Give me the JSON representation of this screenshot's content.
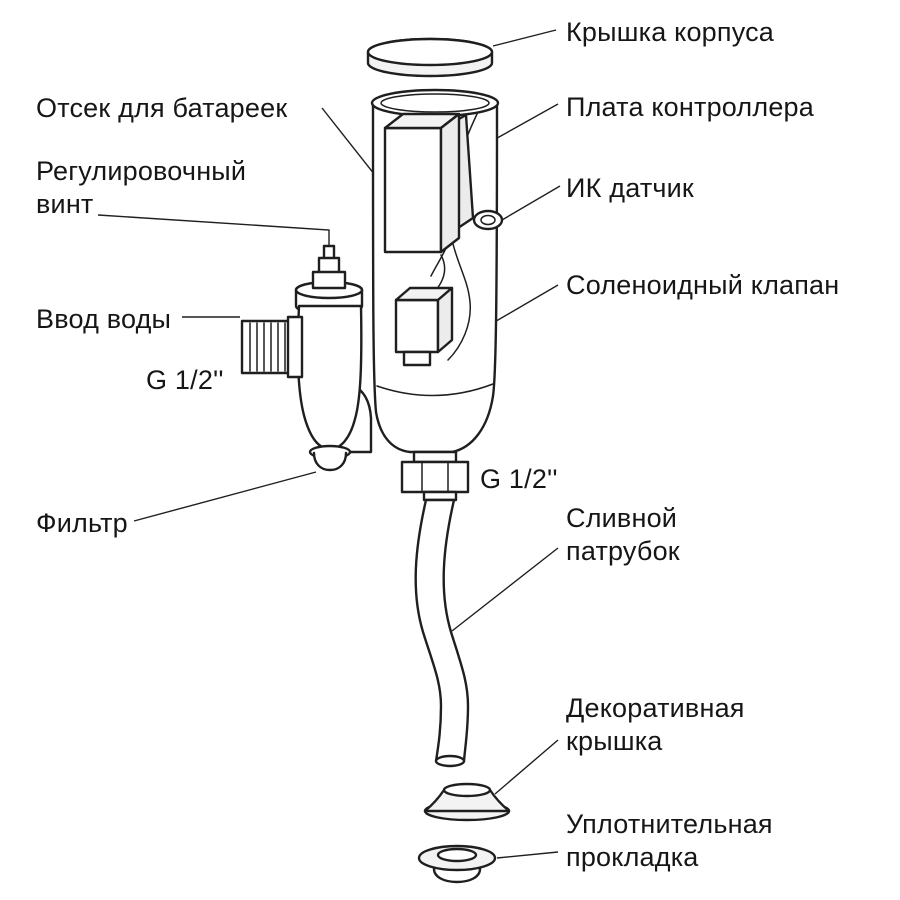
{
  "diagram": {
    "labels": {
      "housing_cap": "Крышка корпуса",
      "controller_board": "Плата контроллера",
      "ir_sensor": "ИК датчик",
      "solenoid_valve": "Соленоидный клапан",
      "battery_compartment": "Отсек для батареек",
      "adjustment_screw": "Регулировочный\nвинт",
      "water_inlet": "Ввод воды",
      "inlet_thread_size": "G 1/2''",
      "filter": "Фильтр",
      "outlet_thread_size": "G 1/2''",
      "drain_pipe": "Сливной\nпатрубок",
      "decorative_cover": "Декоративная\nкрышка",
      "sealing_gasket": "Уплотнительная\nпрокладка"
    },
    "colors": {
      "line": "#1f1f1f",
      "text": "#161616",
      "background": "#ffffff",
      "shade": "#ececec"
    }
  }
}
